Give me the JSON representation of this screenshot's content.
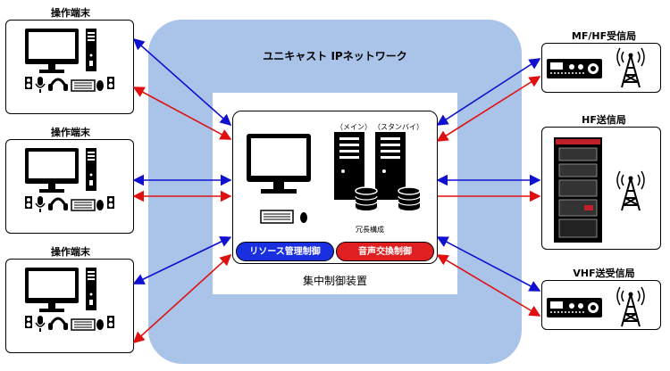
{
  "network": {
    "title": "ユニキャスト IPネットワーク"
  },
  "terminals": [
    {
      "label": "操作端末"
    },
    {
      "label": "操作端末"
    },
    {
      "label": "操作端末"
    }
  ],
  "controller": {
    "title": "集中制御装置",
    "main_label": "（メイン）",
    "standby_label": "（スタンバイ）",
    "db_label": "DB",
    "redundancy_label": "冗長構成",
    "resource_button": "リソース管理制御",
    "voice_button": "音声交換制御"
  },
  "stations": [
    {
      "label": "MF/HF受信局"
    },
    {
      "label": "HF送信局"
    },
    {
      "label": "VHF送受信局"
    }
  ],
  "colors": {
    "network_bg": "#a9c4e8",
    "blue_arrow": "#1010d0",
    "red_arrow": "#e01010",
    "resource": "#1a2fe0",
    "voice": "#e02020"
  }
}
